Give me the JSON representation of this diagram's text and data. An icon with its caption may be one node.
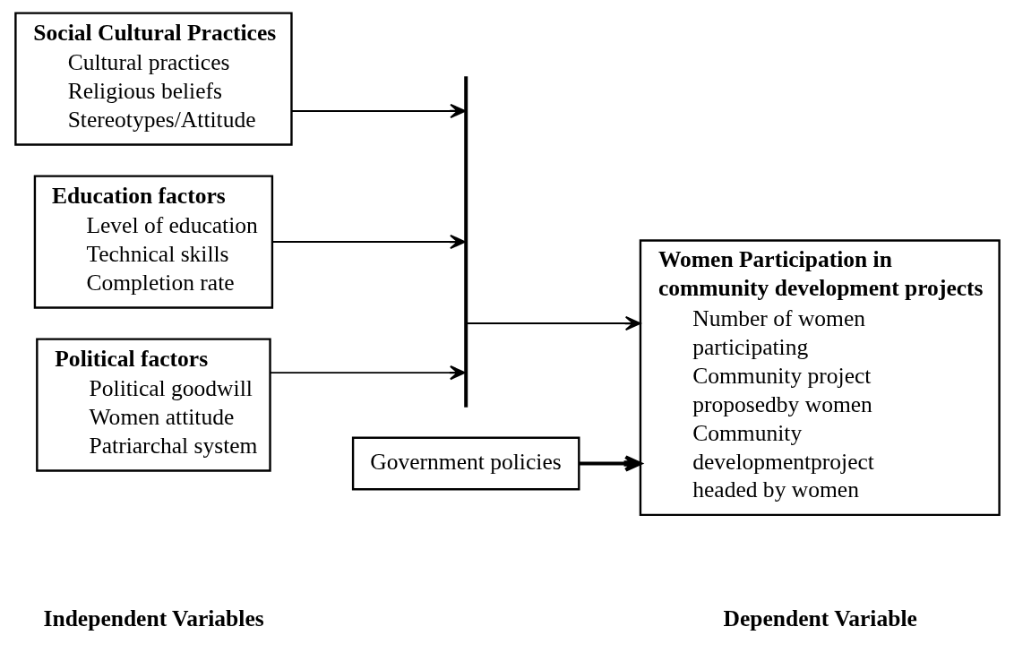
{
  "diagram": {
    "nodes": [
      {
        "text": [
          "Social Cultural Practices",
          "Cultural practices",
          "Religious beliefs",
          "Stereotypes/Attitude"
        ]
      },
      {
        "text": [
          "Education factors",
          "Level of education",
          "Technical skills",
          "Completion rate"
        ]
      },
      {
        "text": [
          "Political factors",
          "Political goodwill",
          "Women attitude",
          "Patriarchal system"
        ]
      },
      {
        "text": [],
        "shape": "bar"
      },
      {
        "text": [
          "Women Participation in community development projects",
          "Number of women participating",
          "Community project proposedby women",
          "Community developmentproject headed by women"
        ]
      },
      {
        "text": [
          "Government policies"
        ]
      }
    ],
    "edges": [
      {
        "from": 0,
        "to": 3,
        "arrow": "to"
      },
      {
        "from": 1,
        "to": 3,
        "arrow": "to"
      },
      {
        "from": 2,
        "to": 3,
        "arrow": "to"
      },
      {
        "from": 3,
        "to": 4,
        "arrow": "to"
      },
      {
        "from": 5,
        "to": 4,
        "arrow": "to",
        "style": "thick"
      }
    ],
    "labels": [
      "Independent Variables",
      "Dependent Variable"
    ]
  }
}
